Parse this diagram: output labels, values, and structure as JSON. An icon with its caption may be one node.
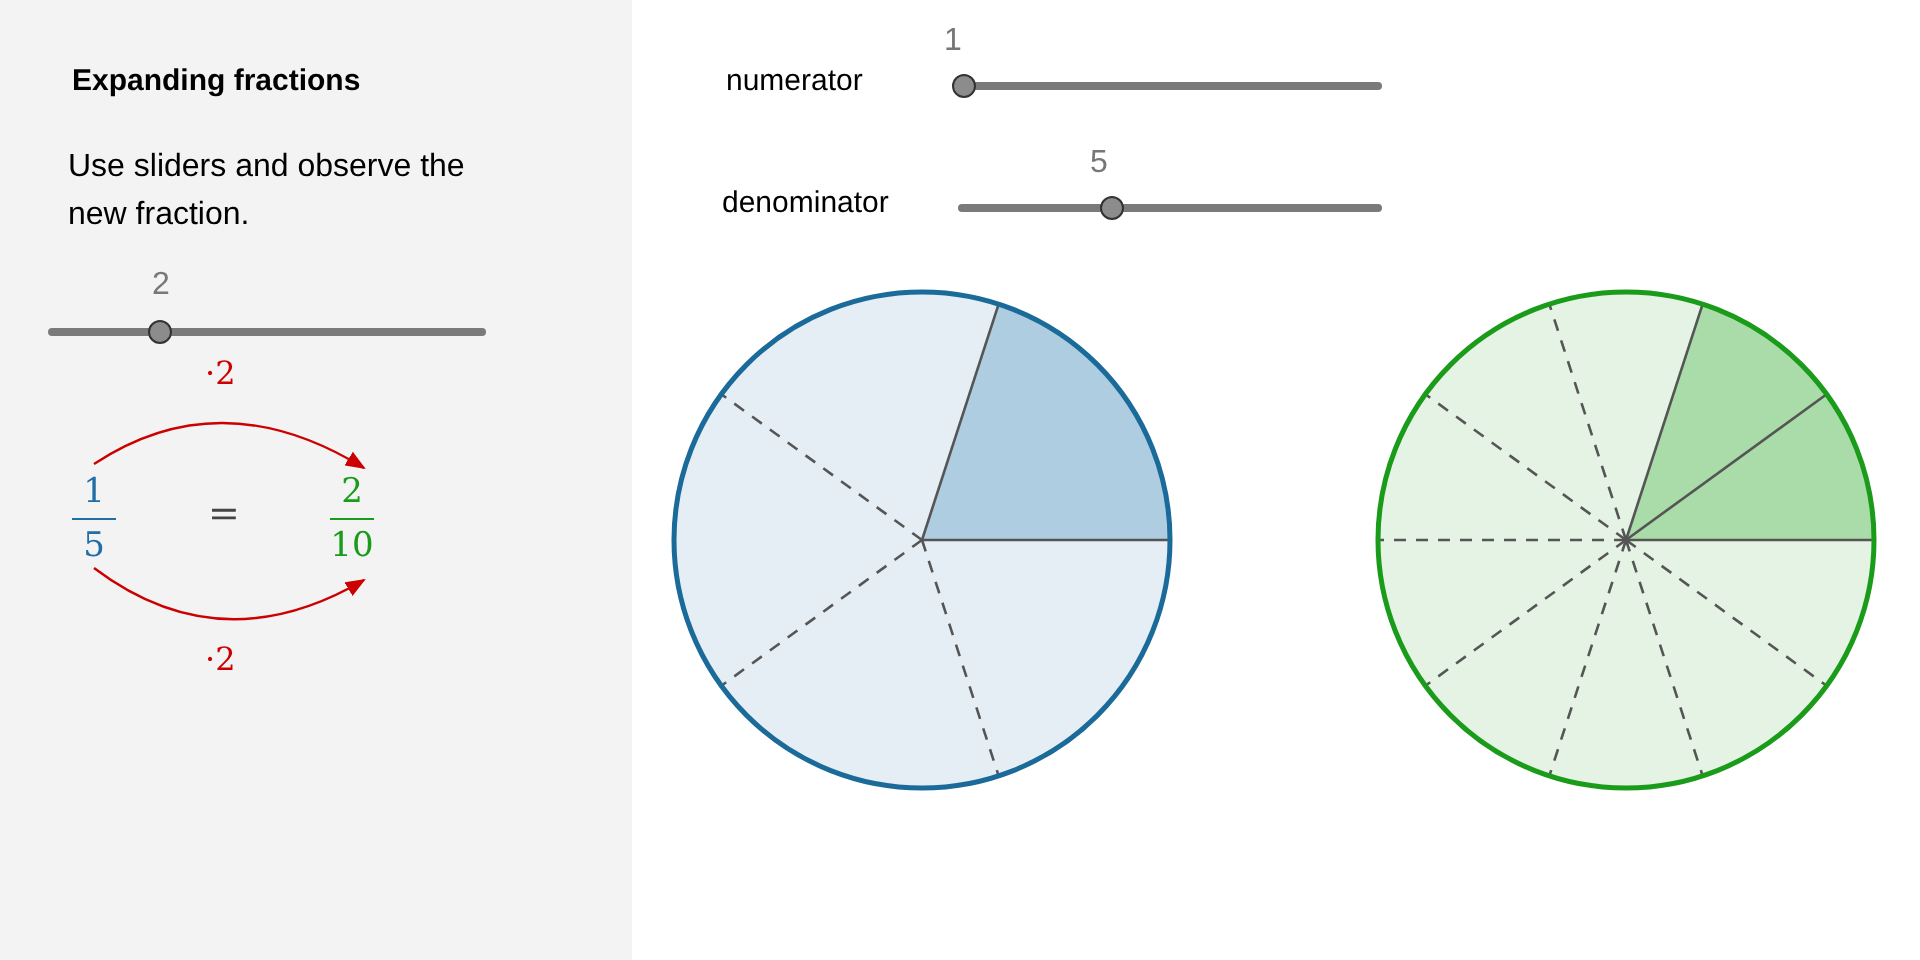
{
  "diagram": {
    "title": "Expanding fractions",
    "nodes": [
      {
        "text": [
          "1",
          "5"
        ]
      },
      {
        "text": [
          "2",
          "10"
        ]
      }
    ],
    "edges": [
      {
        "from": 0,
        "to": 1,
        "arrow": "to",
        "label": "·2"
      },
      {
        "from": 0,
        "to": 1,
        "arrow": "to",
        "label": "·2"
      }
    ],
    "labels": [
      "Use sliders and observe the new fraction.",
      "2",
      "=",
      "numerator",
      "1",
      "denominator",
      "5"
    ]
  }
}
